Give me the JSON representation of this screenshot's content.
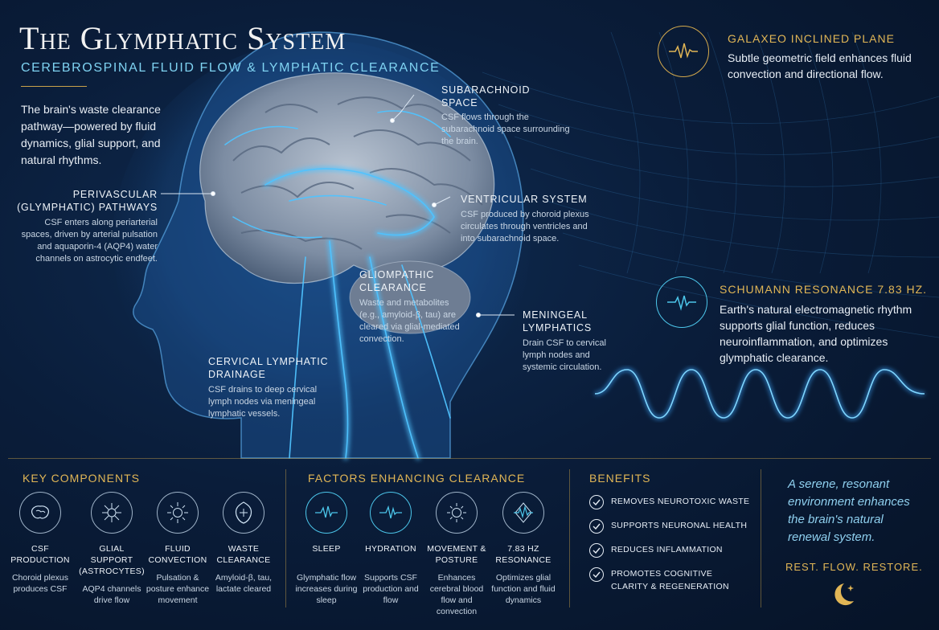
{
  "header": {
    "title": "The Glymphatic System",
    "subtitle": "CEREBROSPINAL FLUID FLOW & LYMPHATIC CLEARANCE",
    "intro": "The brain's waste clearance pathway—powered by fluid dynamics, glial support, and natural rhythms."
  },
  "callouts": {
    "subarachnoid": {
      "title": "SUBARACHNOID SPACE",
      "text": "CSF flows through the subarachnoid space surrounding the brain."
    },
    "perivascular": {
      "title1": "PERIVASCULAR",
      "title2": "(GLYMPHATIC) PATHWAYS",
      "text": "CSF enters along periarterial spaces, driven by arterial pulsation and aquaporin-4 (AQP4) water channels on astrocytic endfeet."
    },
    "ventricular": {
      "title": "VENTRICULAR SYSTEM",
      "text": "CSF produced by choroid plexus circulates through ventricles and into subarachnoid space."
    },
    "gliompathic": {
      "title1": "GLIOMPATHIC",
      "title2": "CLEARANCE",
      "text": "Waste and metabolites (e.g., amyloid-β, tau) are cleared via glial-mediated convection."
    },
    "meningeal": {
      "title1": "MENINGEAL",
      "title2": "LYMPHATICS",
      "text": "Drain CSF to cervical lymph nodes and systemic circulation."
    },
    "cervical": {
      "title1": "CERVICAL LYMPHATIC",
      "title2": "DRAINAGE",
      "text": "CSF drains to deep cervical lymph nodes via meningeal lymphatic vessels."
    }
  },
  "side": {
    "galaxeo": {
      "title": "GALAXEO INCLINED PLANE",
      "text": "Subtle geometric field enhances fluid convection and directional flow."
    },
    "schumann": {
      "title": "SCHUMANN RESONANCE 7.83 Hz.",
      "text": "Earth's natural electromagnetic rhythm supports glial function, reduces neuroinflammation, and optimizes glymphatic clearance."
    }
  },
  "key_components": {
    "title": "KEY COMPONENTS",
    "items": [
      {
        "label1": "CSF",
        "label2": "PRODUCTION",
        "desc": "Choroid plexus produces CSF",
        "icon": "brain-icon"
      },
      {
        "label1": "GLIAL SUPPORT",
        "label2": "(ASTROCYTES)",
        "desc": "AQP4 channels drive flow",
        "icon": "astrocyte-icon"
      },
      {
        "label1": "FLUID",
        "label2": "CONVECTION",
        "desc": "Pulsation & posture enhance movement",
        "icon": "sun-icon"
      },
      {
        "label1": "WASTE",
        "label2": "CLEARANCE",
        "desc": "Amyloid-β, tau, lactate cleared",
        "icon": "shield-icon"
      }
    ]
  },
  "factors": {
    "title": "FACTORS ENHANCING CLEARANCE",
    "items": [
      {
        "label1": "SLEEP",
        "label2": "",
        "desc": "Glymphatic flow increases during sleep",
        "icon": "pulse-icon"
      },
      {
        "label1": "HYDRATION",
        "label2": "",
        "desc": "Supports CSF production and flow",
        "icon": "pulse-icon"
      },
      {
        "label1": "MOVEMENT &",
        "label2": "POSTURE",
        "desc": "Enhances cerebral blood flow and convection",
        "icon": "sun-icon"
      },
      {
        "label1": "7.83 Hz",
        "label2": "RESONANCE",
        "desc": "Optimizes glial function and fluid dynamics",
        "icon": "diamond-wave-icon"
      }
    ]
  },
  "benefits": {
    "title": "BENEFITS",
    "items": [
      "REMOVES NEUROTOXIC WASTE",
      "SUPPORTS NEURONAL HEALTH",
      "REDUCES INFLAMMATION",
      "PROMOTES COGNITIVE CLARITY & REGENERATION"
    ]
  },
  "closing": {
    "quote": "A serene, resonant environment enhances the brain's natural renewal system.",
    "motto": "REST. FLOW. RESTORE."
  },
  "colors": {
    "gold": "#e1b656",
    "cyan": "#4cc6ea",
    "glow": "#3aa6ff",
    "background": "#0a1d3a"
  }
}
